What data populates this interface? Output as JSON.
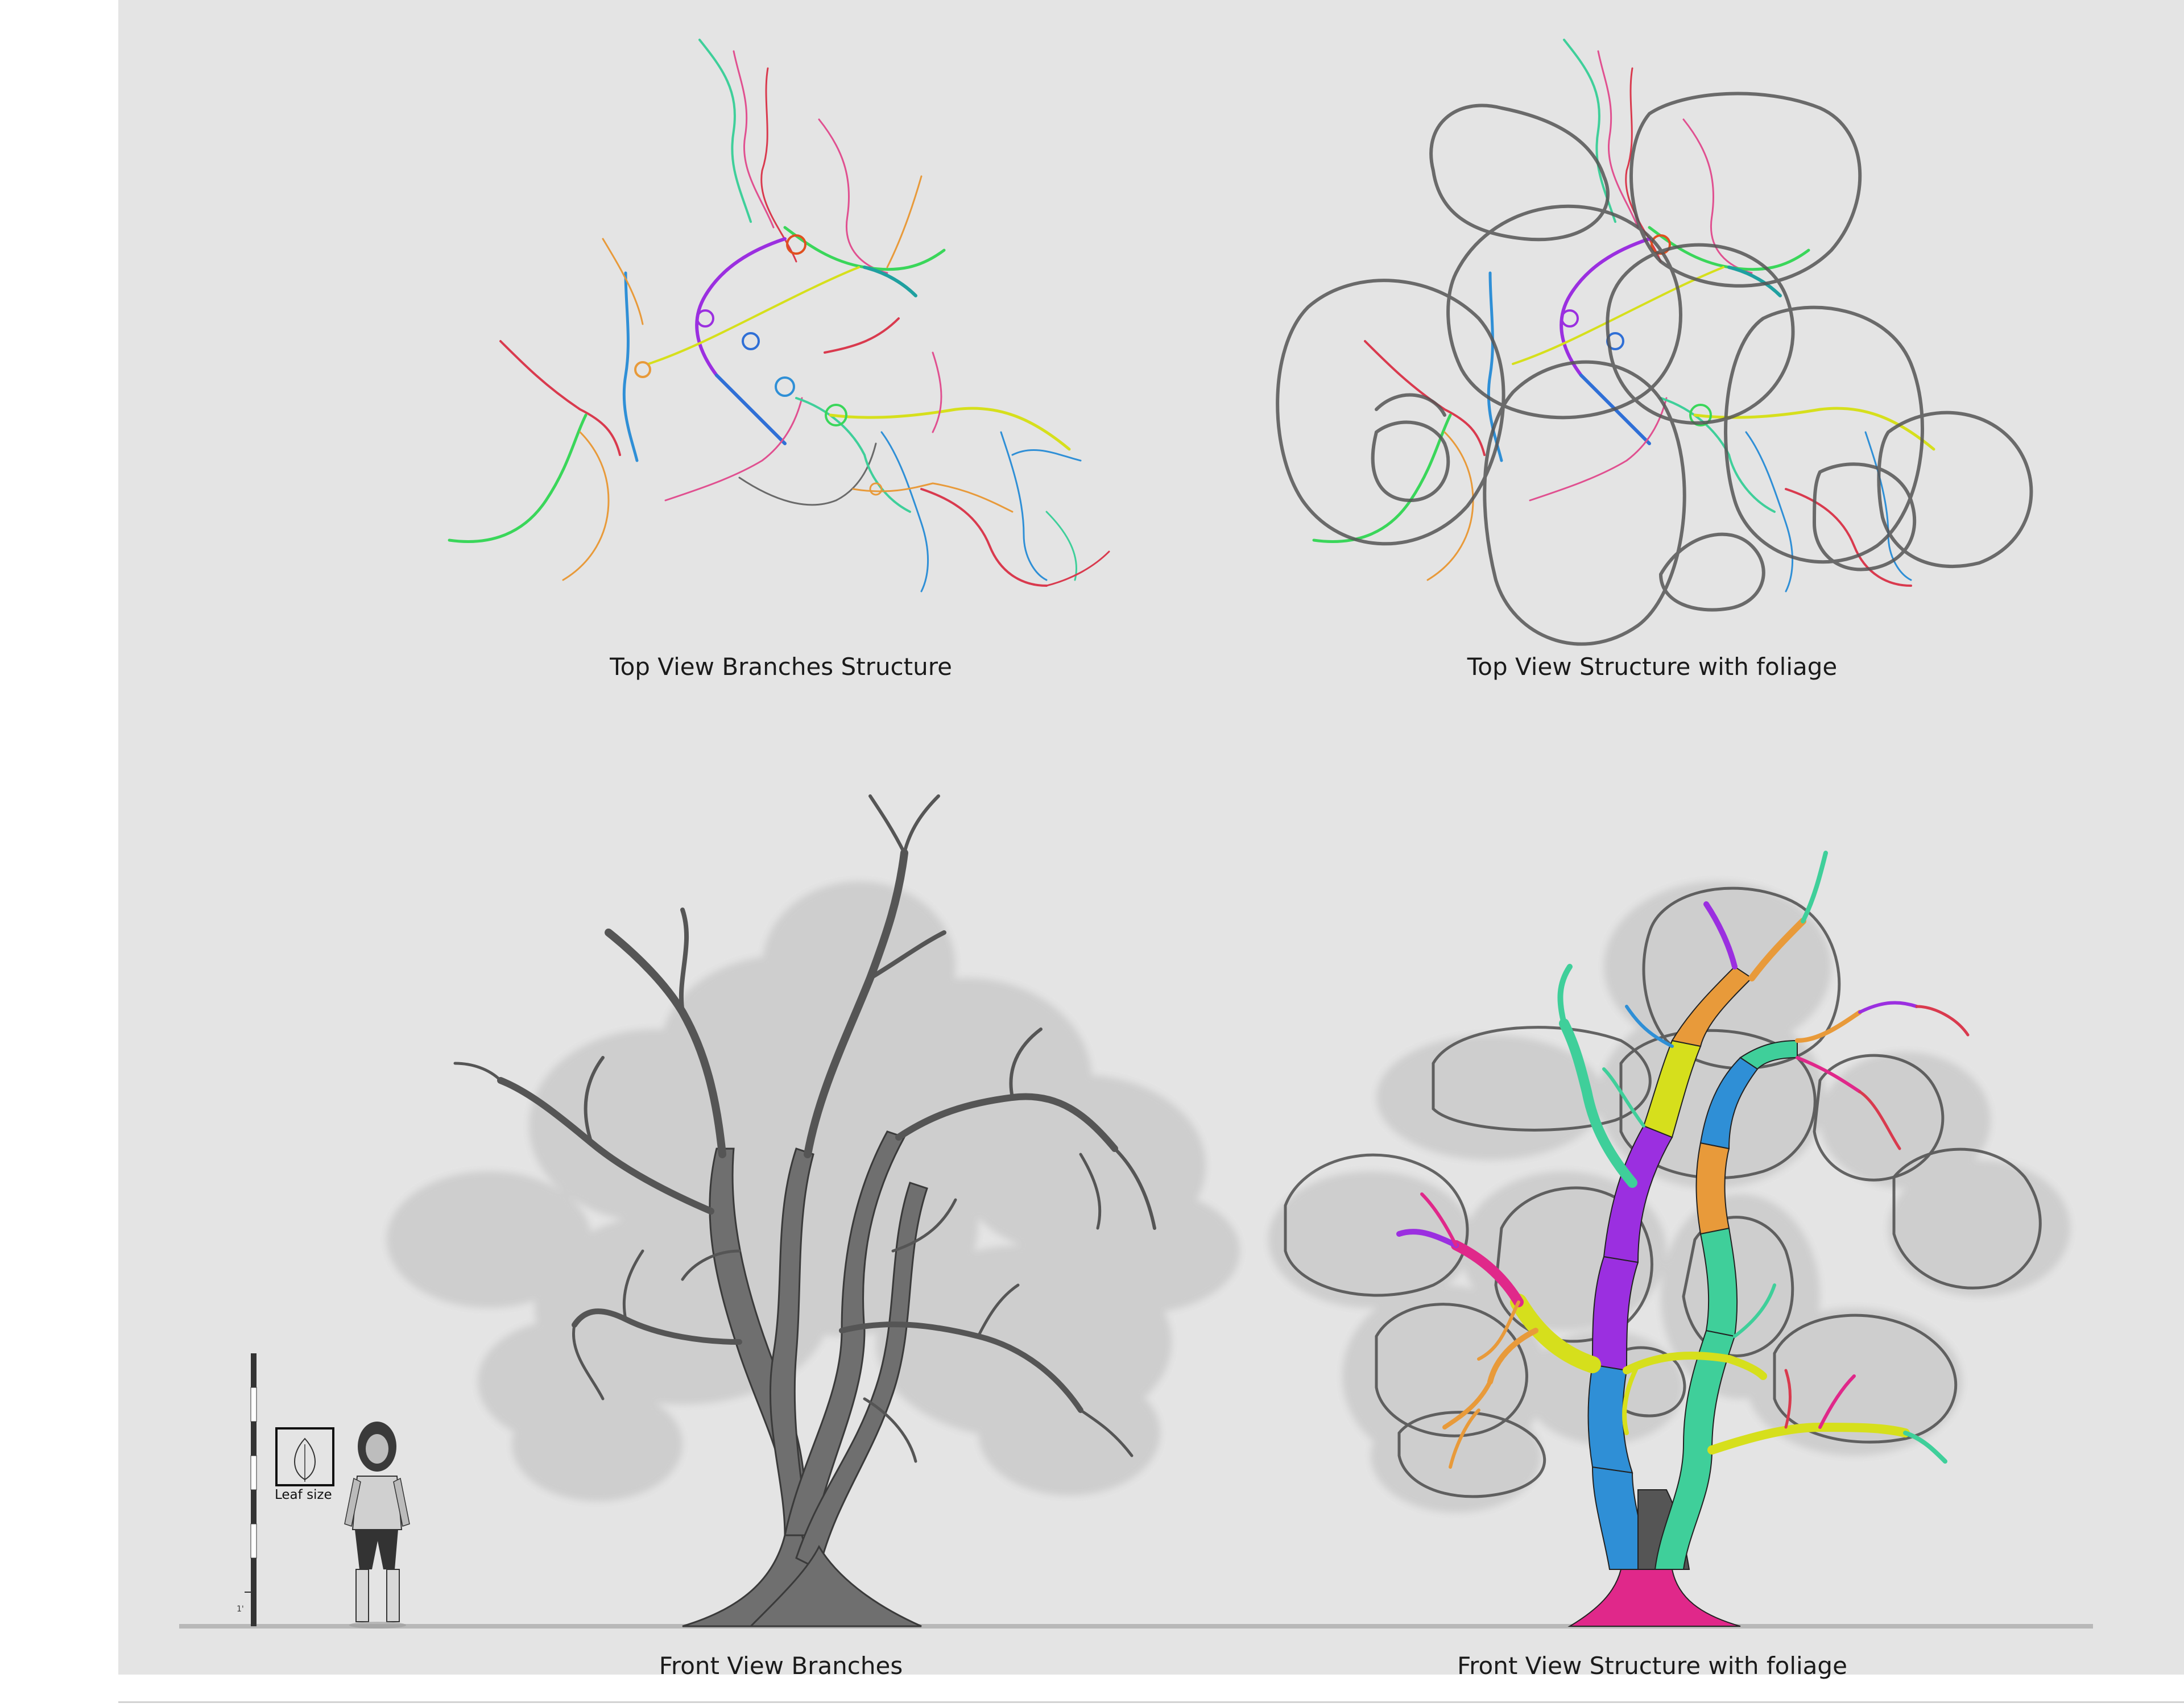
{
  "captions": {
    "top_left": "Top View Branches Structure",
    "top_right": "Top View Structure with foliage",
    "bottom_left": "Front View Branches",
    "bottom_right": "Front View Structure with foliage"
  },
  "scale": {
    "leaf_label": "Leaf size",
    "unit_mark": "1'"
  },
  "colors": {
    "background": "#e4e4e4",
    "trunk_gray": "#6f6f6f",
    "foliage_gray": "#cfcfcf",
    "outline": "#4a4a4a",
    "magenta": "#e0288a",
    "blue": "#2f8fd6",
    "teal": "#3fcf9a",
    "purple": "#9b2fe0",
    "yellow": "#d6df1c",
    "orange": "#e89a3a",
    "red": "#d93a4e",
    "green": "#3ad65a"
  },
  "icons": [
    "leaf-icon",
    "human-figure-icon",
    "measuring-pole-icon"
  ]
}
